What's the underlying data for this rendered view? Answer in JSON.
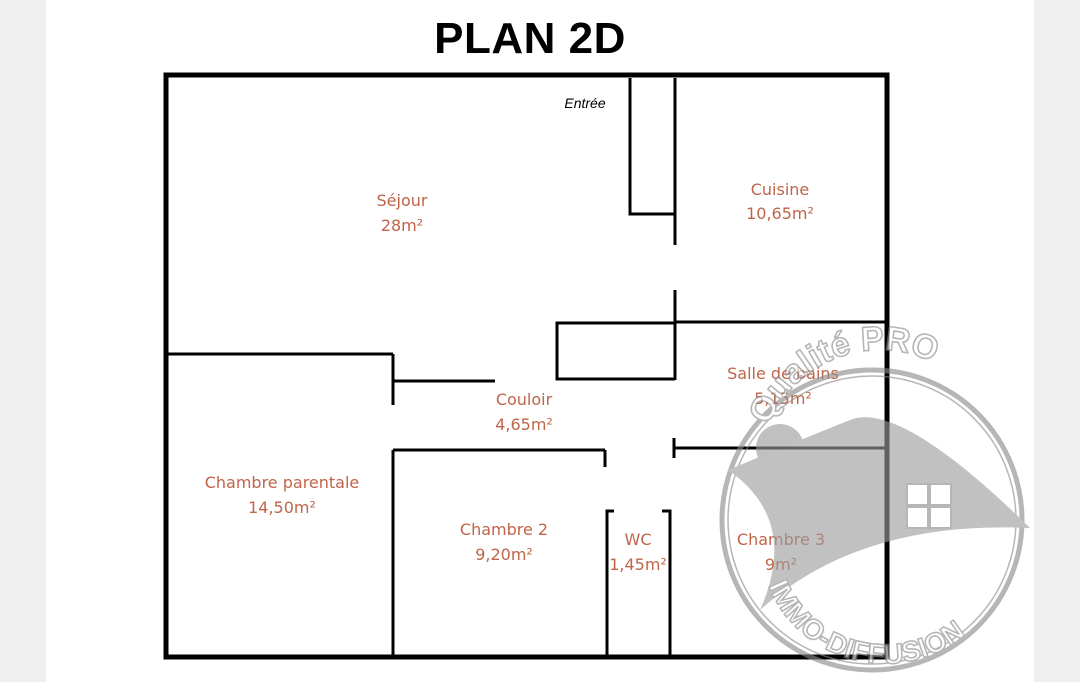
{
  "title": "PLAN 2D",
  "entry_label": "Entrée",
  "rooms": {
    "sejour": {
      "name": "Séjour",
      "area": "28m²"
    },
    "cuisine": {
      "name": "Cuisine",
      "area": "10,65m²"
    },
    "salle_de_bains": {
      "name": "Salle de bains",
      "area": "5,15m²"
    },
    "couloir": {
      "name": "Couloir",
      "area": "4,65m²"
    },
    "chambre_parentale": {
      "name": "Chambre parentale",
      "area": "14,50m²"
    },
    "chambre_2": {
      "name": "Chambre 2",
      "area": "9,20m²"
    },
    "wc": {
      "name": "WC",
      "area": "1,45m²"
    },
    "chambre_3": {
      "name": "Chambre 3",
      "area": "9m²"
    }
  },
  "stamp": {
    "text_top": "Qualité PRO",
    "text_bottom": "IMMO-DIFFUSION"
  },
  "colors": {
    "wall": "#000000",
    "room_label": "#c0644a",
    "stamp": "#8a8a8a"
  }
}
